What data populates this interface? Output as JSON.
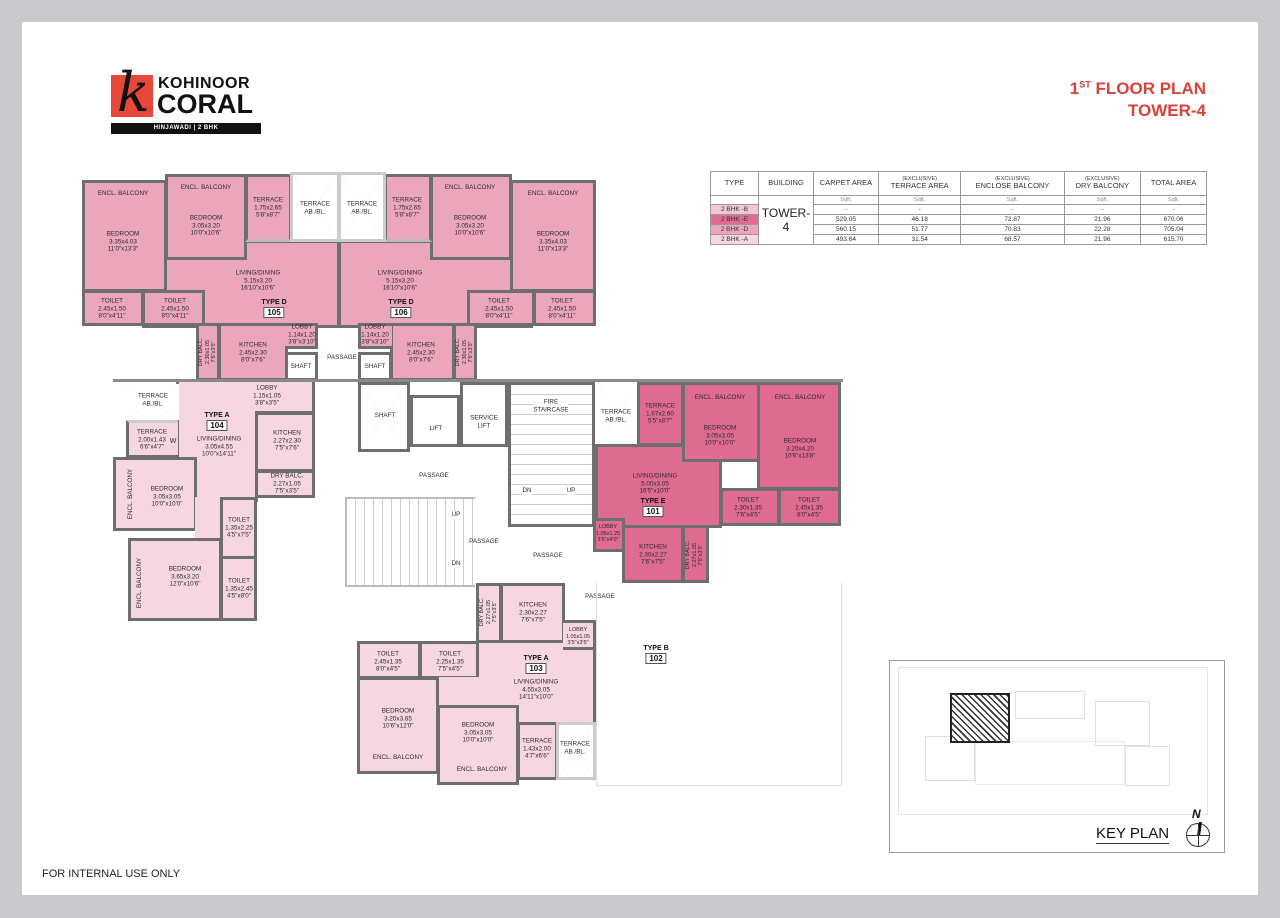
{
  "logo": {
    "line1": "KOHINOOR",
    "line2": "CORAL",
    "tagline": "HINJAWADI | 2 BHK",
    "mark": "k",
    "accent": "#e8473a"
  },
  "title": {
    "floor_num": "1",
    "floor_sup": "ST",
    "floor_rest": "FLOOR PLAN",
    "tower": "TOWER-4",
    "color": "#d9413b"
  },
  "area_table": {
    "headers": {
      "type": "TYPE",
      "building": "BUILDING",
      "carpet": "CARPET AREA",
      "terrace_pre": "(EXCLUSIVE)",
      "terrace": "TERRACE AREA",
      "enclose_pre": "(EXCLUSIVE)",
      "enclose": "ENCLOSE BALCONY",
      "dry_pre": "(EXCLUSIVE)",
      "dry": "DRY BALCONY",
      "total": "TOTAL AREA"
    },
    "unit": "Sqft.",
    "building": "TOWER-4",
    "rows": [
      {
        "type": "2 BHK -B",
        "color": "#f3c6d4",
        "carpet": "-",
        "terrace": "-",
        "enclose": "-",
        "dry": "-",
        "total": "-"
      },
      {
        "type": "2 BHK -E",
        "color": "#e06b91",
        "carpet": "529.05",
        "terrace": "46.18",
        "enclose": "72.87",
        "dry": "21.96",
        "total": "670.06"
      },
      {
        "type": "2 BHK -D",
        "color": "#eca6bc",
        "carpet": "560.15",
        "terrace": "51.77",
        "enclose": "70.83",
        "dry": "22.28",
        "total": "705.04"
      },
      {
        "type": "2 BHK -A",
        "color": "#f6d6e1",
        "carpet": "493.64",
        "terrace": "31.54",
        "enclose": "68.57",
        "dry": "21.96",
        "total": "615.70"
      }
    ]
  },
  "units": {
    "u105": {
      "type": "TYPE D",
      "number": "105",
      "rooms": [
        "ENCL. BALCONY",
        "BEDROOM\n3.35x4.03\n11'0\"x13'3\"",
        "ENCL. BALCONY",
        "BEDROOM\n3.05x3.20\n10'0\"x10'6\"",
        "TERRACE\n1.75x2.65\n5'8\"x8'7\"",
        "TERRACE\nAB./BL.",
        "LIVING/DINING\n5.15x3.20\n16'10\"x10'6\"",
        "TOILET\n2.45x1.50\n8'0\"x4'11\"",
        "TOILET\n2.45x1.50\n8'0\"x4'11\"",
        "LOBBY\n1.14x1.20\n3'8\"x3'10\"",
        "KITCHEN\n2.45x2.30\n8'0\"x7'6\"",
        "DRY BALC.\n2.30x1.05\n7'6\"x3'5\"",
        "SHAFT"
      ]
    },
    "u106": {
      "type": "TYPE D",
      "number": "106",
      "rooms": [
        "ENCL. BALCONY",
        "BEDROOM\n3.35x4.03\n11'0\"x13'3\"",
        "ENCL. BALCONY",
        "BEDROOM\n3.05x3.20\n10'0\"x10'6\"",
        "TERRACE\n1.75x2.65\n5'8\"x8'7\"",
        "TERRACE\nAB./BL.",
        "LIVING/DINING\n5.15x3.20\n16'10\"x10'6\"",
        "TOILET\n2.45x1.50\n8'0\"x4'11\"",
        "TOILET\n2.45x1.50\n8'0\"x4'11\"",
        "LOBBY\n1.14x1.20\n3'8\"x3'10\"",
        "KITCHEN\n2.45x2.30\n8'0\"x7'6\"",
        "DRY BALC.\n2.30x1.05\n7'6\"x3'5\"",
        "SHAFT"
      ]
    },
    "u104": {
      "type": "TYPE A",
      "number": "104",
      "rooms": [
        "TERRACE\nAB./BL.",
        "TERRACE\n2.00x1.43\n6'6\"x4'7\"",
        "LIVING/DINING\n3.05x4.55\n10'0\"x14'11\"",
        "LOBBY\n1.15x1.05\n3'8\"x3'5\"",
        "KITCHEN\n2.27x2.30\n7'5\"x7'6\"",
        "DRY BALC.\n2.27x1.05\n7'5\"x3'5\"",
        "ENCL. BALCONY",
        "BEDROOM\n3.05x3.05\n10'0\"x10'0\"",
        "TOILET\n1.35x2.25\n4'5\"x7'5\"",
        "ENCL. BALCONY",
        "BEDROOM\n3.65x3.20\n12'0\"x10'6\"",
        "TOILET\n1.35x2.45\n4'5\"x8'0\"",
        "W"
      ]
    },
    "u101": {
      "type": "TYPE E",
      "number": "101",
      "rooms": [
        "TERRACE\nAB./BL.",
        "TERRACE\n1.67x2.60\n5'5\"x8'7\"",
        "ENCL. BALCONY",
        "BEDROOM\n3.05x3.05\n10'0\"x10'0\"",
        "ENCL. BALCONY",
        "BEDROOM\n3.20x4.20\n10'6\"x13'8\"",
        "LIVING/DINING\n5.00x3.05\n16'5\"x10'0\"",
        "TOILET\n2.30x1.35\n7'6\"x4'5\"",
        "TOILET\n2.45x1.35\n8'0\"x4'5\"",
        "LOBBY\n1.05x1.25\n3'5\"x4'0\"",
        "KITCHEN\n2.30x2.27\n7'6\"x7'5\"",
        "DRY BALC.\n2.27x1.05\n7'5\"x3'5\""
      ]
    },
    "u103": {
      "type": "TYPE A",
      "number": "103",
      "rooms": [
        "DRY BALC.\n2.27x1.05\n7'5\"x3'5\"",
        "KITCHEN\n2.30x2.27\n7'6\"x7'5\"",
        "LOBBY\n1.05x1.05\n3'5\"x3'5\"",
        "TOILET\n2.45x1.35\n8'0\"x4'5\"",
        "TOILET\n2.25x1.35\n7'5\"x4'5\"",
        "LIVING/DINING\n4.55x3.05\n14'11\"x10'0\"",
        "BEDROOM\n3.20x3.65\n10'6\"x12'0\"",
        "ENCL. BALCONY",
        "BEDROOM\n3.05x3.05\n10'0\"x10'0\"",
        "ENCL. BALCONY",
        "TERRACE\n1.43x2.00\n4'7\"x6'6\"",
        "TERRACE\nAB./BL."
      ]
    },
    "u102": {
      "type": "TYPE B",
      "number": "102"
    }
  },
  "core": {
    "shaft": "SHAFT",
    "lift": "LIFT",
    "service_lift": "SERVICE\nLIFT",
    "fire_staircase": "FIRE\nSTAIRCASE",
    "passage": "PASSAGE",
    "up": "UP",
    "dn": "DN"
  },
  "key_plan": {
    "label": "KEY PLAN",
    "north": "N"
  },
  "footer": "FOR INTERNAL USE ONLY"
}
